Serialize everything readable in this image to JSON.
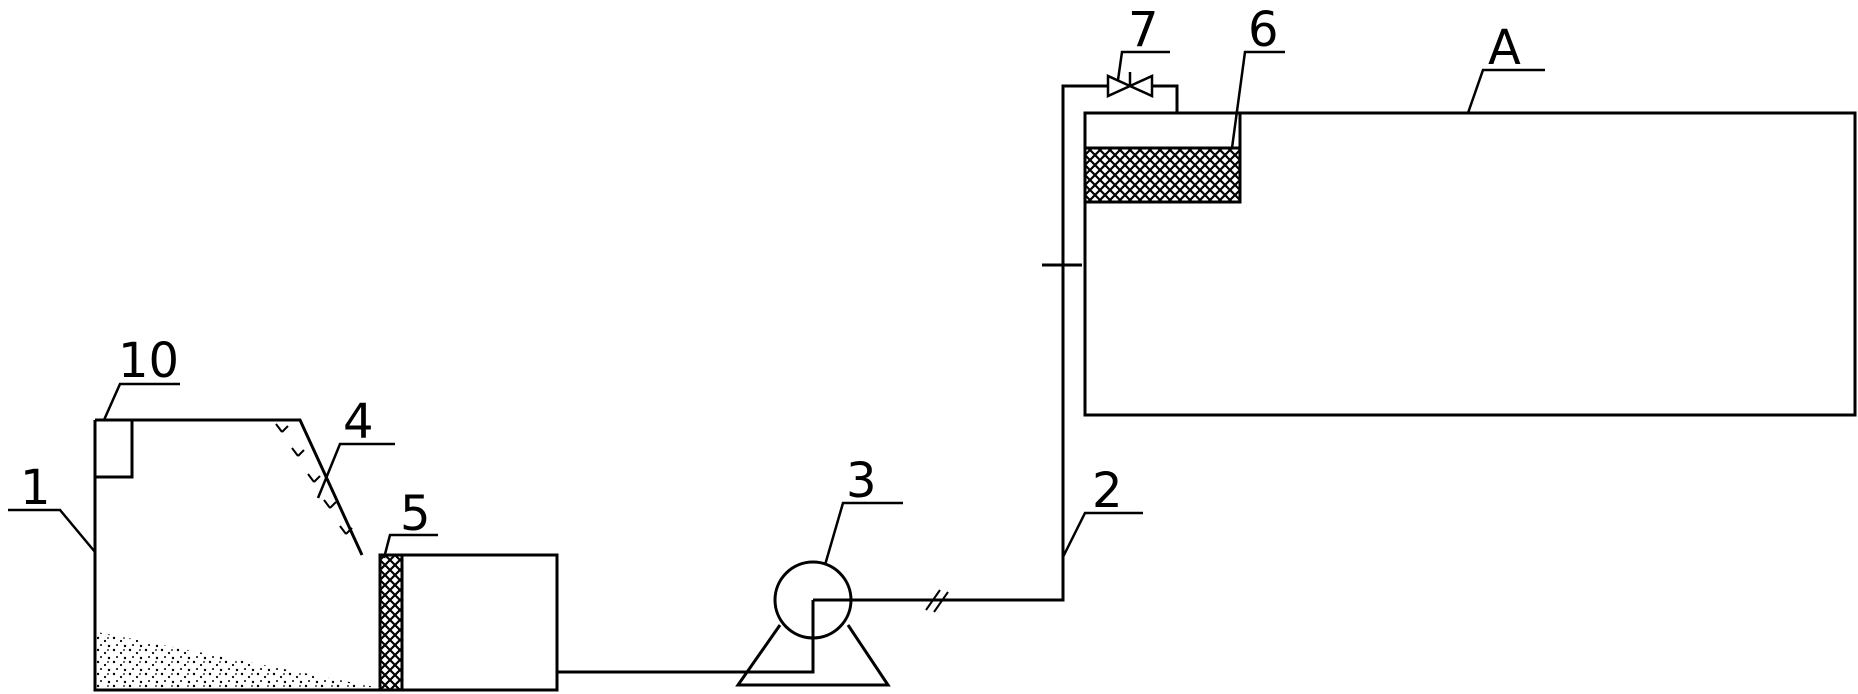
{
  "labels": {
    "tank": "1",
    "pipe": "2",
    "pump": "3",
    "plate": "4",
    "filter": "5",
    "media": "6",
    "valve": "7",
    "inlet": "10",
    "target": "A"
  },
  "colors": {
    "line": "#000000",
    "background": "#ffffff"
  }
}
